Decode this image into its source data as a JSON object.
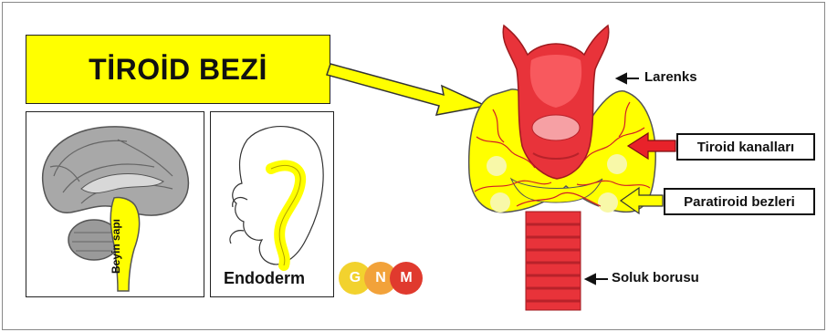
{
  "title": "TİROİD BEZİ",
  "labels": {
    "larynx": "Larenks",
    "thyroid_ducts": "Tiroid kanalları",
    "parathyroid": "Paratiroid bezleri",
    "trachea": "Soluk borusu",
    "brainstem": "Beyin sapı",
    "endoderm": "Endoderm"
  },
  "logo": {
    "letters": [
      "G",
      "N",
      "M"
    ],
    "colors": [
      "#f2d22e",
      "#f2a23a",
      "#e03a2e"
    ]
  },
  "colors": {
    "highlight": "#ffff00",
    "tissue_red": "#e8333a",
    "duct_arrow": "#e8222a"
  }
}
